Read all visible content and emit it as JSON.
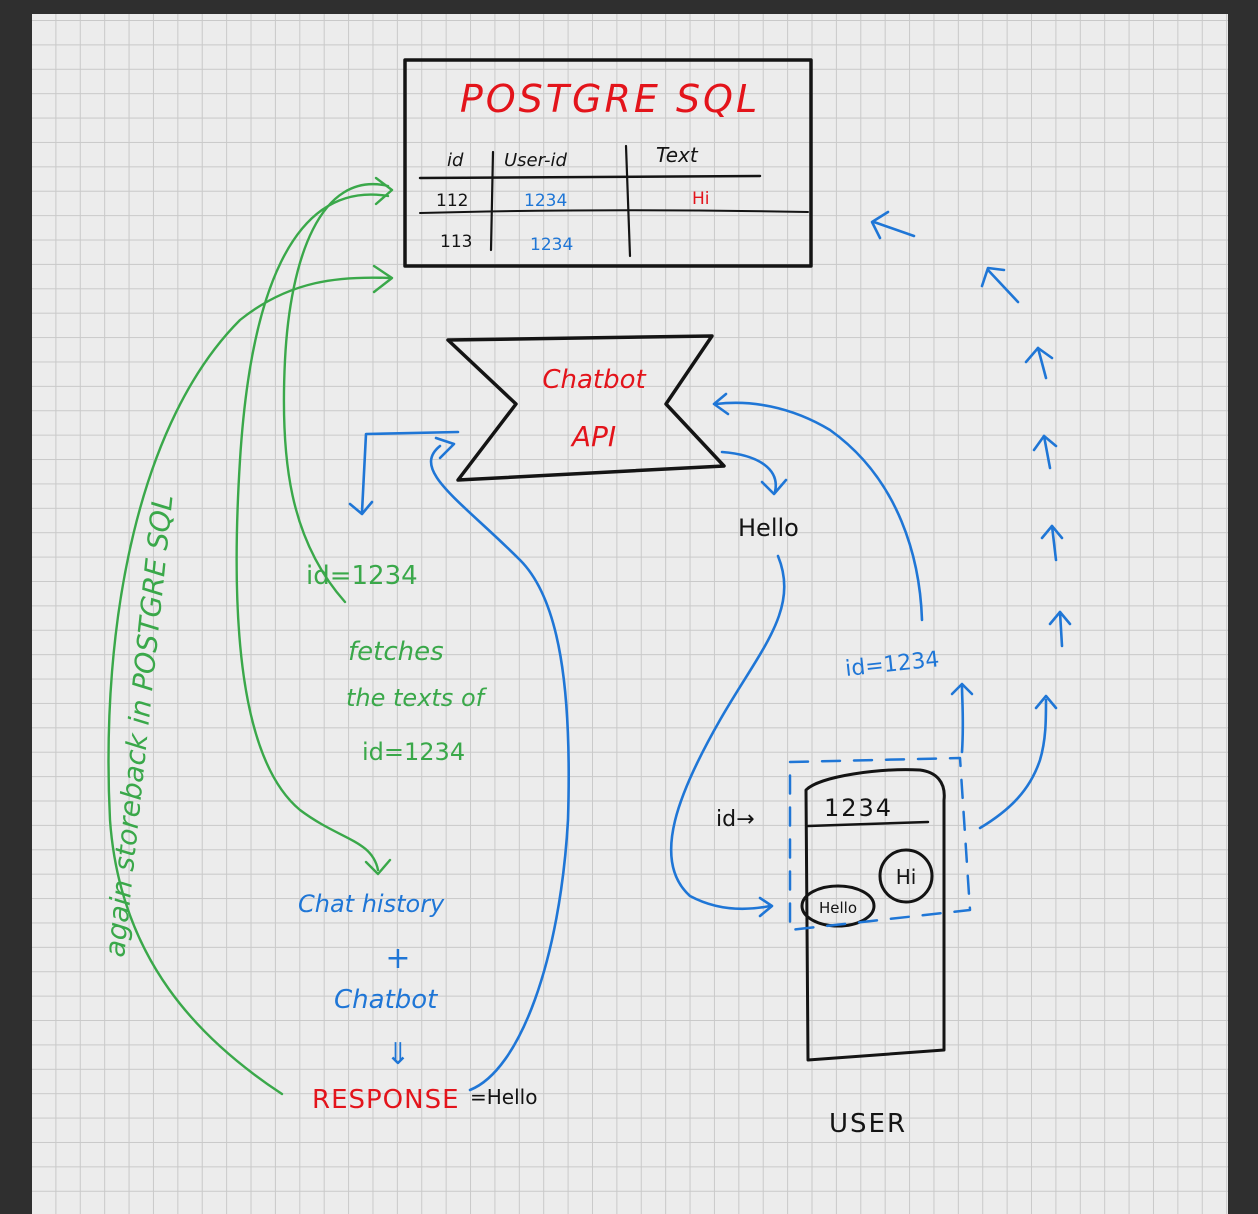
{
  "colors": {
    "ink": "#141414",
    "red": "#e3141b",
    "blue": "#1f76d6",
    "green": "#3aa84a"
  },
  "database": {
    "title": "POSTGRE SQL",
    "columns": [
      "id",
      "User-id",
      "Text"
    ],
    "rows": [
      [
        "112",
        "1234",
        "Hi"
      ],
      [
        "113",
        "1234",
        ""
      ]
    ]
  },
  "api": {
    "line1": "Chatbot",
    "line2": "API"
  },
  "flow_labels": {
    "hello_out": "Hello",
    "id_up": "id=1234",
    "id_left": "id=1234",
    "fetches_1": "fetches",
    "fetches_2": "the texts of",
    "fetches_3": "id=1234",
    "chat_history": "Chat history",
    "plus": "+",
    "chatbot": "Chatbot",
    "arrow_down": "⇓",
    "response": "RESPONSE",
    "response_value": "=Hello",
    "storeback": "again storeback in POSTGRE SQL"
  },
  "user": {
    "id_label": "id→",
    "id_value": "1234",
    "bubble_hello": "Hello",
    "bubble_hi": "Hi",
    "caption": "USER"
  }
}
